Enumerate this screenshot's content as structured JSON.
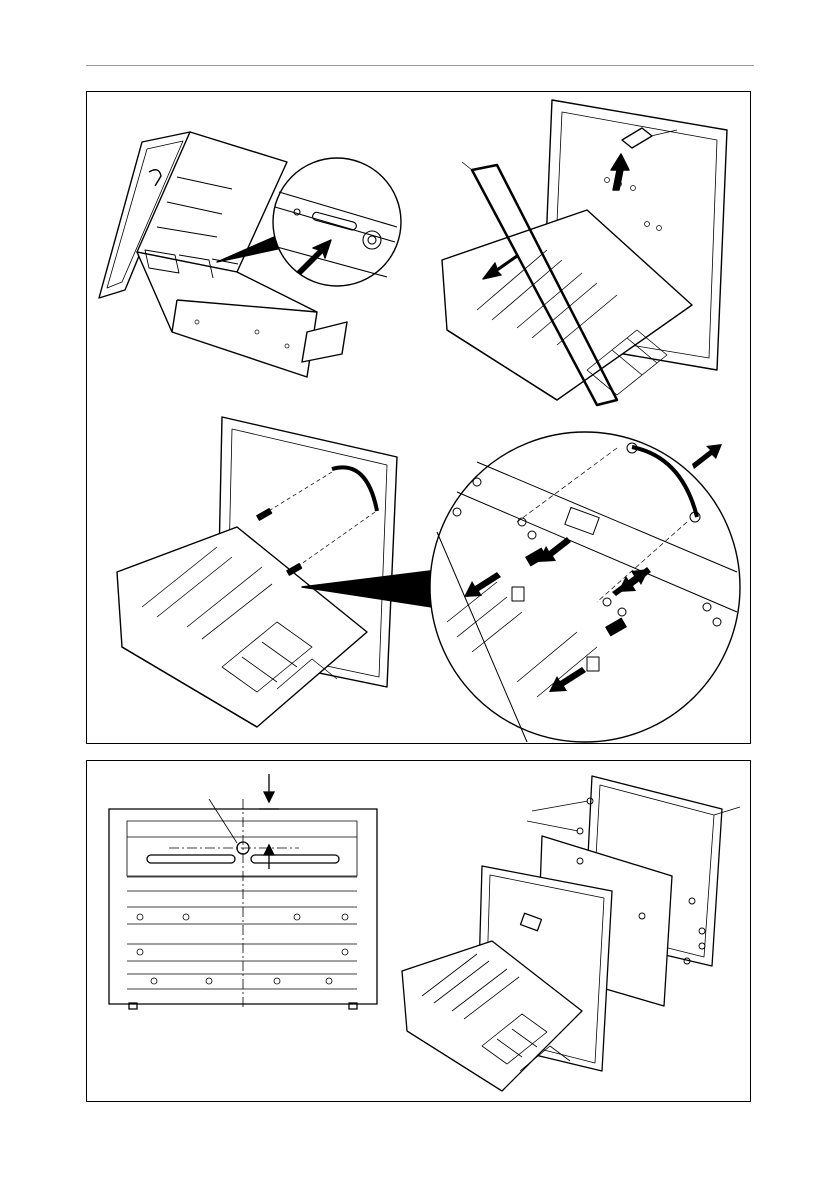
{
  "page": {
    "panels": [
      {
        "id": "top",
        "figures": [
          "drawer-latch-release",
          "remove-seal-frame",
          "handle-assembly",
          "handle-screw-detail"
        ]
      },
      {
        "id": "bottom",
        "figures": [
          "drawer-front-drilling-template",
          "front-panel-mounting"
        ]
      }
    ],
    "colors": {
      "line": "#000000",
      "rule": "#9a9a9a",
      "paper": "#ffffff",
      "fill": "#f2f2f2"
    }
  }
}
